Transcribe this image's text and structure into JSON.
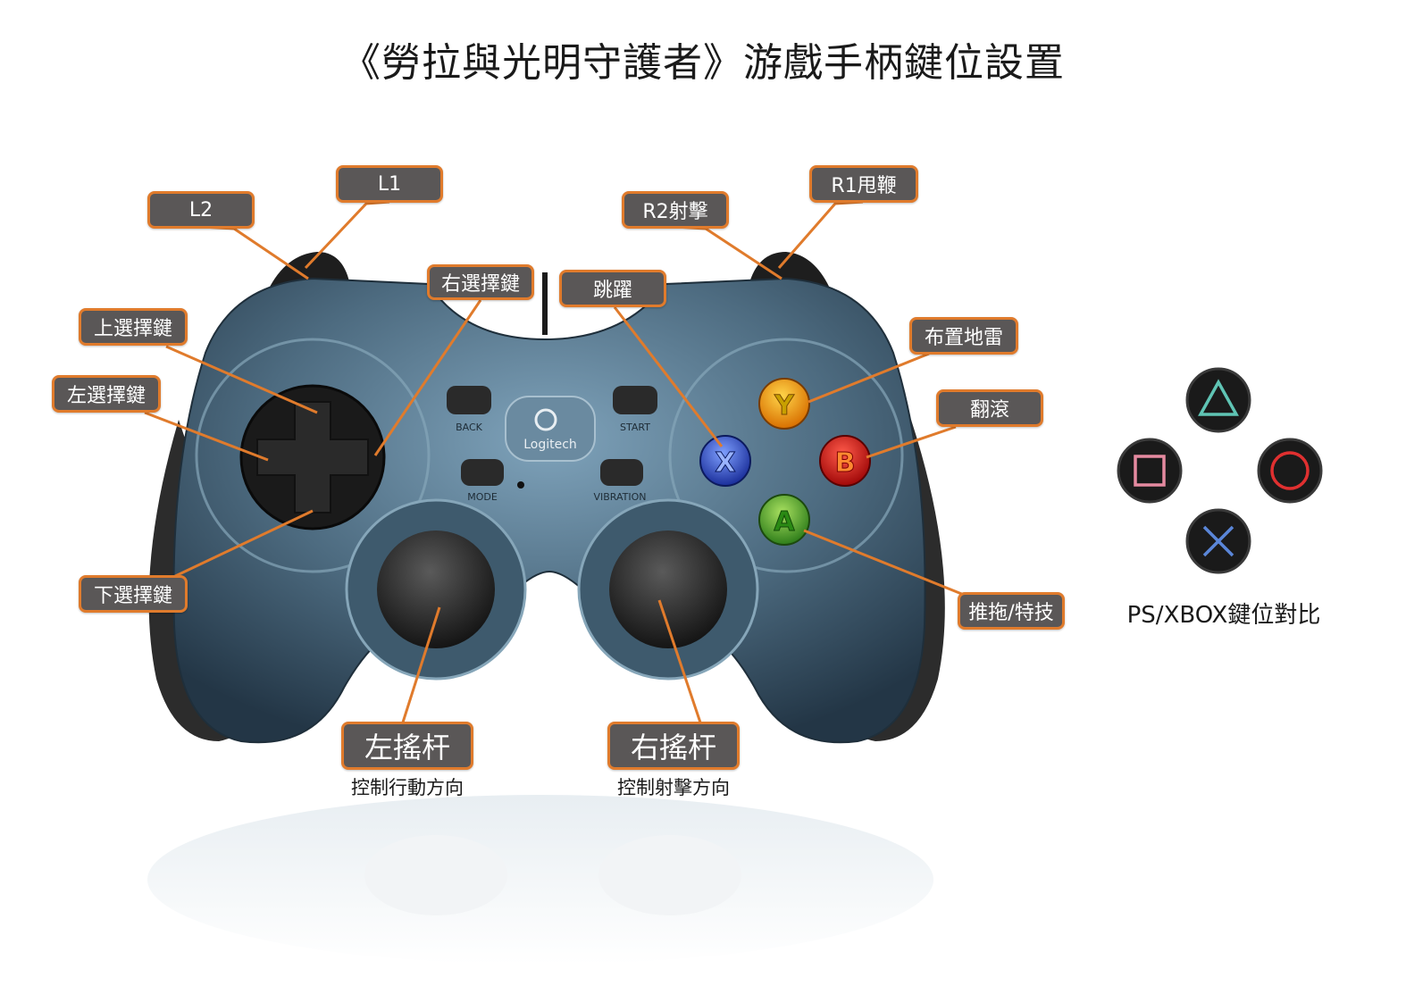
{
  "title": "《勞拉與光明守護者》游戲手柄鍵位設置",
  "colors": {
    "callout_bg": "#5a5757",
    "callout_border": "#e07b2c",
    "leader_line": "#e07b2c",
    "pad_body": "#4d6b80",
    "button_y": "#f39a12",
    "button_b": "#d81a1a",
    "button_a": "#3a9e2b",
    "button_x": "#2b4cc8",
    "ps_triangle": "#5fc4b4",
    "ps_circle": "#e03030",
    "ps_cross": "#5a86d8",
    "ps_square": "#e58aa0"
  },
  "callouts": {
    "l2": "L2",
    "l1": "L1",
    "r2": "R2射擊",
    "r1": "R1甩鞭",
    "right_select": "右選擇鍵",
    "jump": "跳躍",
    "up_select": "上選擇鍵",
    "left_select": "左選擇鍵",
    "down_select": "下選擇鍵",
    "place_mine": "布置地雷",
    "roll": "翻滾",
    "push_skill": "推拖/特技",
    "left_stick": "左搖杆",
    "right_stick": "右搖杆"
  },
  "subtitles": {
    "left_stick": "控制行動方向",
    "right_stick": "控制射擊方向"
  },
  "face_buttons": {
    "y": "Y",
    "b": "B",
    "a": "A",
    "x": "X"
  },
  "pad_labels": {
    "brand": "Logitech",
    "back": "BACK",
    "start": "START",
    "mode": "MODE",
    "vibration": "VIBRATION"
  },
  "compare_label": "PS/XBOX鍵位對比"
}
